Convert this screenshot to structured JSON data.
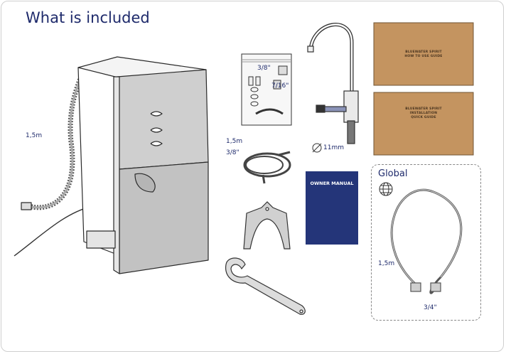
{
  "title": "What is included",
  "labels": {
    "drain_length": "1,5m",
    "fitting_large": "3/8\"",
    "fitting_small": "7/16\"",
    "tube_length": "1,5m",
    "tube_size": "3/8\"",
    "faucet_diameter": "11mm",
    "hose_length": "1,5m",
    "hose_size": "3/4\""
  },
  "boxes": {
    "how_to_use_line1": "BLUEWATER SPIRIT",
    "how_to_use_line2": "HOW TO USE GUIDE",
    "installation_line1": "BLUEWATER SPIRIT",
    "installation_line2": "INSTALLATION",
    "installation_line3": "QUICK GUIDE"
  },
  "owner_manual": "OWNER MANUAL",
  "global": {
    "title": "Global",
    "icon": "globe-icon"
  },
  "colors": {
    "title": "#1e2a6b",
    "manual_cover": "#243579",
    "guide_box": "#c49460",
    "unit_side": "#c9c9c9"
  }
}
